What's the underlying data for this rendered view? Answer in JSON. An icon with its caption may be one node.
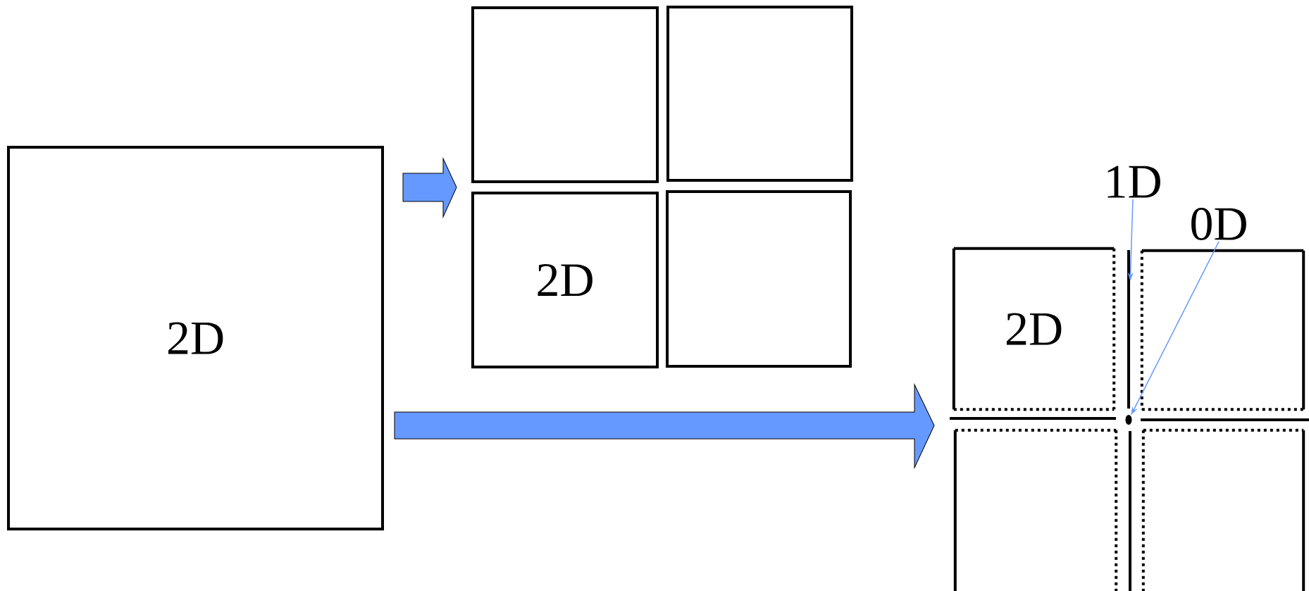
{
  "diagram": {
    "nodes": [
      {
        "text": [
          "2D"
        ]
      },
      {
        "text": [],
        "shape": "box"
      },
      {
        "text": [],
        "shape": "box"
      },
      {
        "text": [
          "2D"
        ]
      },
      {
        "text": [],
        "shape": "box"
      },
      {
        "text": [
          "2D"
        ]
      },
      {
        "text": [],
        "shape": "box"
      },
      {
        "text": [],
        "shape": "box"
      },
      {
        "text": [],
        "shape": "box"
      },
      {
        "text": [
          "1D"
        ]
      },
      {
        "text": [
          "0D"
        ]
      },
      {
        "text": [],
        "shape": "circle"
      },
      {
        "text": [],
        "shape": "bar"
      }
    ],
    "edges": [
      {
        "from": 0,
        "to": 3,
        "arrow": "to",
        "style": "thick"
      },
      {
        "from": 0,
        "to": 5,
        "arrow": "to",
        "style": "thick"
      },
      {
        "from": 9,
        "to": 12,
        "arrow": "to"
      },
      {
        "from": 10,
        "to": 11,
        "arrow": "to"
      }
    ]
  }
}
